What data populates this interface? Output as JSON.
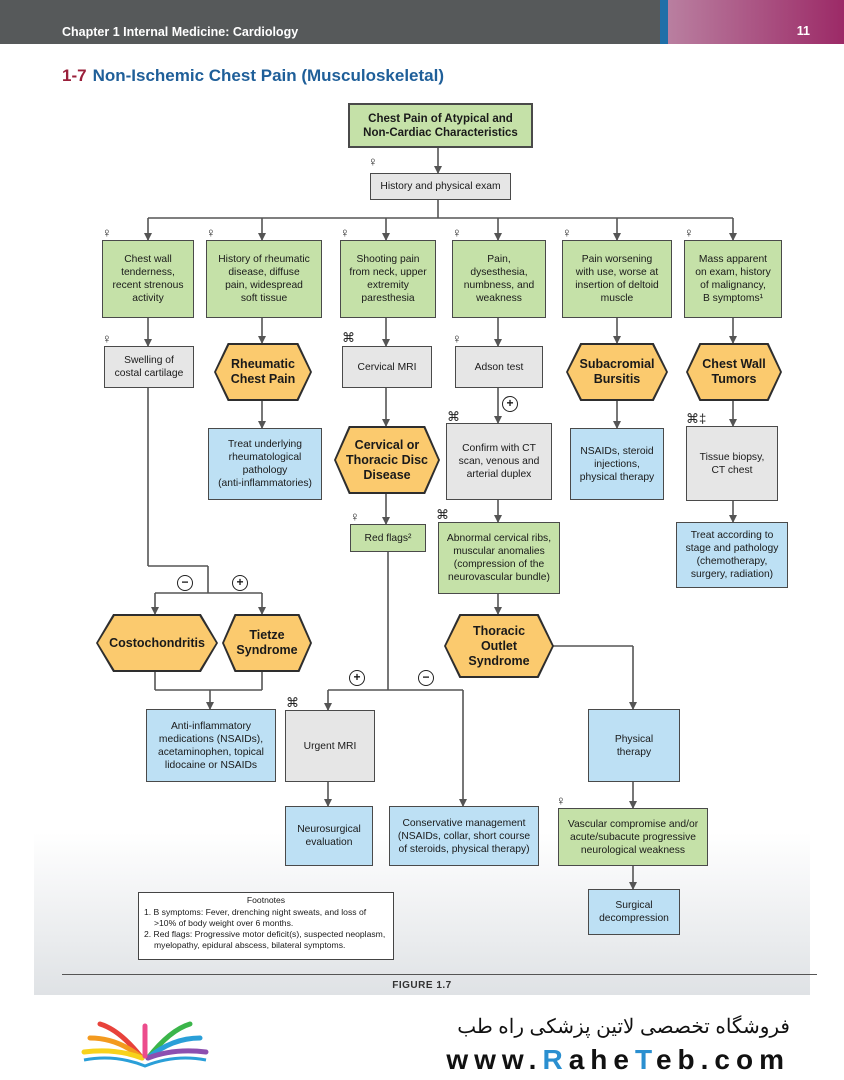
{
  "header": {
    "chapter": "Chapter 1  Internal Medicine: Cardiology",
    "page": "11"
  },
  "title": {
    "number": "1-7",
    "text": "Non-Ischemic Chest Pain (Musculoskeletal)"
  },
  "nodes": {
    "root": "Chest Pain of Atypical and\nNon-Cardiac Characteristics",
    "history": "History and physical exam",
    "c1": "Chest wall\ntenderness,\nrecent strenous\nactivity",
    "c2": "History of rheumatic\ndisease, diffuse\npain, widespread\nsoft tissue",
    "c3": "Shooting pain\nfrom neck, upper\nextremity\nparesthesia",
    "c4": "Pain,\ndysesthesia,\nnumbness, and\nweakness",
    "c5": "Pain worsening\nwith use, worse at\ninsertion of deltoid\nmuscle",
    "c6": "Mass apparent\non exam, history\nof malignancy,\nB symptoms¹",
    "swelling": "Swelling of\ncostal cartilage",
    "rheumatic": "Rheumatic\nChest Pain",
    "cervical_mri": "Cervical MRI",
    "adson": "Adson test",
    "subacromial": "Subacromial\nBursitis",
    "chest_tumors": "Chest Wall\nTumors",
    "treat_rheum": "Treat underlying\nrheumatological\npathology\n(anti-inflammatories)",
    "cervical_disc": "Cervical or\nThoracic Disc\nDisease",
    "confirm_ct": "Confirm with CT\nscan, venous and\narterial duplex",
    "nsaids_steroid": "NSAIDs, steroid\ninjections,\nphysical therapy",
    "biopsy": "Tissue biopsy,\nCT chest",
    "red_flags": "Red flags²",
    "abnormal_ribs": "Abnormal cervical ribs,\nmuscular anomalies\n(compression of the\nneurovascular bundle)",
    "treat_stage": "Treat according to\nstage and pathology\n(chemotherapy,\nsurgery, radiation)",
    "costochondritis": "Costochondritis",
    "tietze": "Tietze\nSyndrome",
    "thoracic_outlet": "Thoracic\nOutlet\nSyndrome",
    "anti_inflam": "Anti-inflammatory\nmedications (NSAIDs),\nacetaminophen, topical\nlidocaine or NSAIDs",
    "urgent_mri": "Urgent MRI",
    "physical_therapy": "Physical\ntherapy",
    "neurosurgical": "Neurosurgical\nevaluation",
    "conservative": "Conservative management\n(NSAIDs, collar, short course\nof steroids, physical therapy)",
    "vascular": "Vascular compromise and/or\nacute/subacute progressive\nneurological weakness",
    "surgical": "Surgical\ndecompression"
  },
  "signs": {
    "minus": "−",
    "plus": "+"
  },
  "footnotes": {
    "heading": "Footnotes",
    "items": [
      "1.  B symptoms: Fever, drenching night sweats, and loss of >10% of body weight over 6 months.",
      "2.  Red flags: Progressive motor deficit(s), suspected neoplasm, myelopathy, epidural abscess, bilateral symptoms."
    ]
  },
  "figure_caption": "FIGURE 1.7",
  "footer": {
    "store_name": "فروشگاه تخصصی لاتین پزشکی  راه طب",
    "url_prefix": "www.",
    "url_r": "R",
    "url_mid1": "ahe",
    "url_t": "T",
    "url_mid2": "eb.com"
  },
  "colors": {
    "green": "#c5e1a8",
    "gray": "#e6e6e6",
    "blue": "#bde0f4",
    "orange": "#fbca6e",
    "title_blue": "#1f5f99",
    "title_red": "#9a1f3a"
  },
  "icons": [
    "stethoscope-icon",
    "scan-icon",
    "biopsy-icon"
  ]
}
